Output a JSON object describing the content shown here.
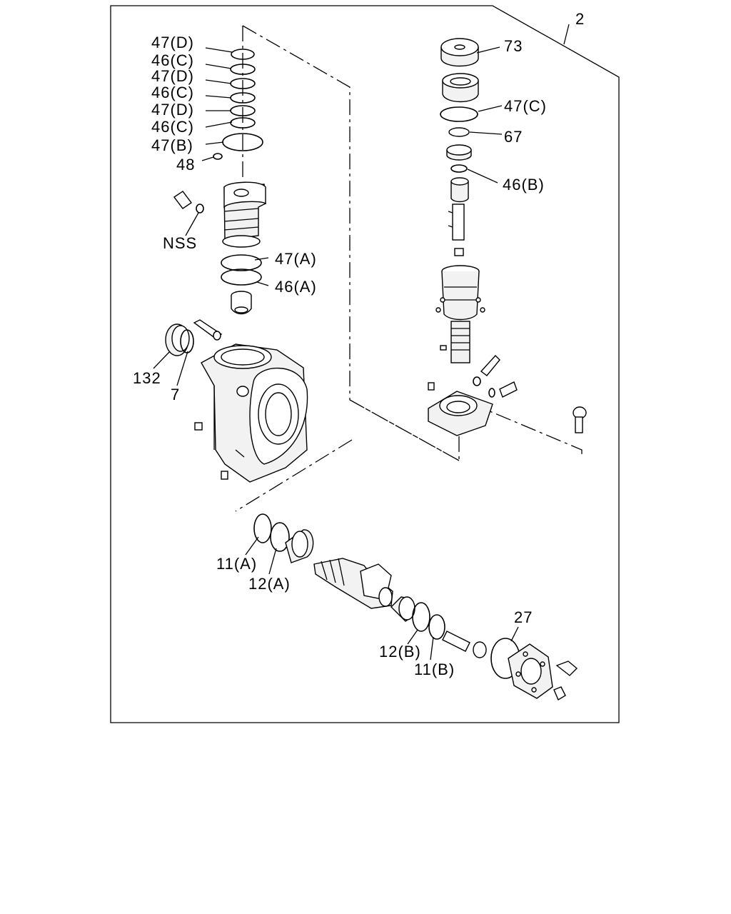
{
  "labels": {
    "assembly": "2",
    "l47d_1": "47(D)",
    "l46c_1": "46(C)",
    "l47d_2": "47(D)",
    "l46c_2": "46(C)",
    "l47d_3": "47(D)",
    "l46c_3": "46(C)",
    "l47b": "47(B)",
    "l48": "48",
    "nss": "NSS",
    "l47a": "47(A)",
    "l46a": "46(A)",
    "l132": "132",
    "l7": "7",
    "l73": "73",
    "l47c": "47(C)",
    "l67": "67",
    "l46b": "46(B)",
    "l11a": "11(A)",
    "l12a": "12(A)",
    "l12b": "12(B)",
    "l11b": "11(B)",
    "l27": "27"
  }
}
